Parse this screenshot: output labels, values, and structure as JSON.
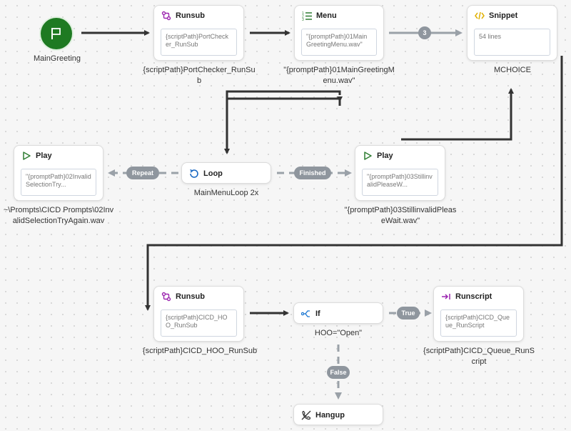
{
  "start": {
    "label": "MainGreeting",
    "icon": "flag-icon"
  },
  "nodes": {
    "runsub1": {
      "title": "Runsub",
      "body": "{scriptPath}PortChecker_RunSub",
      "caption": "{scriptPath}PortChecker_RunSub",
      "icon": "runsub-icon"
    },
    "menu": {
      "title": "Menu",
      "body": "\"{promptPath}01MainGreetingMenu.wav\"",
      "caption": "\"{promptPath}01MainGreetingMenu.wav\"",
      "icon": "menu-list-icon"
    },
    "snippet": {
      "title": "Snippet",
      "body": "54 lines",
      "caption": "MCHOICE",
      "icon": "code-icon"
    },
    "play1": {
      "title": "Play",
      "body": "\"{promptPath}02InvalidSelectionTry...",
      "caption": "~\\Prompts\\CICD Prompts\\02InvalidSelectionTryAgain.wav",
      "icon": "play-icon"
    },
    "loop": {
      "title": "Loop",
      "caption": "MainMenuLoop 2x",
      "icon": "loop-icon"
    },
    "play2": {
      "title": "Play",
      "body": "\"{promptPath}03StillinvalidPleaseW...",
      "caption": "\"{promptPath}03StillinvalidPleaseWait.wav\"",
      "icon": "play-icon"
    },
    "runsub2": {
      "title": "Runsub",
      "body": "{scriptPath}CICD_HOO_RunSub",
      "caption": "{scriptPath}CICD_HOO_RunSub",
      "icon": "runsub-icon"
    },
    "if": {
      "title": "If",
      "caption": "HOO=\"Open\"",
      "icon": "branch-icon"
    },
    "runscript": {
      "title": "Runscript",
      "body": "{scriptPath}CICD_Queue_RunScript",
      "caption": "{scriptPath}CICD_Queue_RunScript",
      "icon": "runscript-icon"
    },
    "hangup": {
      "title": "Hangup",
      "icon": "hangup-icon"
    }
  },
  "edges": {
    "menu_to_snippet": "3",
    "loop_repeat": "Repeat",
    "loop_finished": "Finished",
    "if_true": "True",
    "if_false": "False"
  },
  "colors": {
    "start_green": "#1e7a22",
    "runsub_purple": "#9c27b0",
    "menu_green": "#2e7d32",
    "snippet_yellow": "#e0b000",
    "loop_blue": "#1565c0",
    "play_green": "#2e7d32",
    "branch_blue": "#1976d2",
    "solid_edge": "#333333",
    "dashed_edge": "#9aa1a8"
  }
}
